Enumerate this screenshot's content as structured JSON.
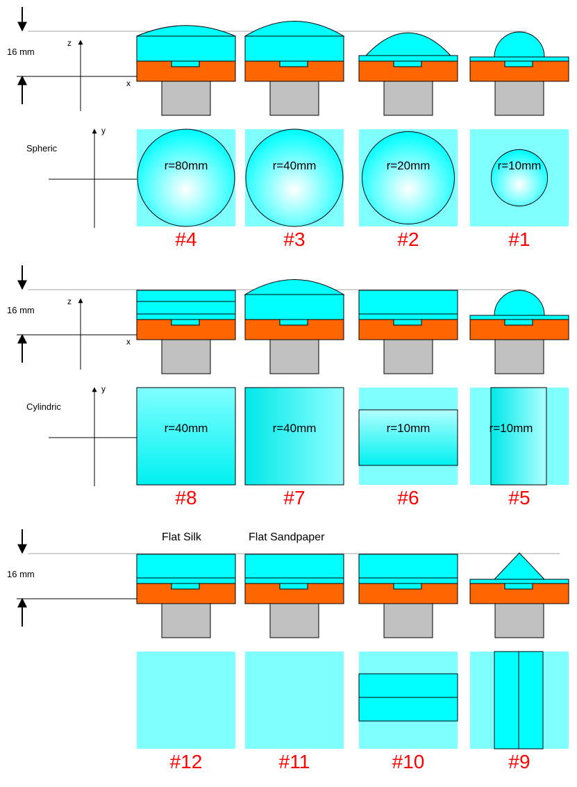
{
  "colors": {
    "cyan": "#00ffff",
    "light_cyan": "#80ffff",
    "orange": "#ff6600",
    "gray": "#c0c0c0",
    "red": "#ff0000",
    "gradient_center": "#ffffff",
    "gradient_edge": "#00ffff",
    "line": "#000000",
    "ref_line": "#a0a0a0"
  },
  "sections": [
    {
      "id": "spheric",
      "side_label": "Spheric",
      "thickness_label": "16 mm",
      "axes": {
        "z": "z",
        "x1": "x",
        "y": "y",
        "x2": "x"
      },
      "caption_labels": [],
      "panels": [
        {
          "number": "#4",
          "lens": "cap",
          "sagitta_fraction": 0.16,
          "top_shape": "sphere",
          "radius_label": "r=80mm",
          "sphere_fraction": 1.0
        },
        {
          "number": "#3",
          "lens": "cap",
          "sagitta_fraction": 0.3,
          "top_shape": "sphere",
          "radius_label": "r=40mm",
          "sphere_fraction": 1.0
        },
        {
          "number": "#2",
          "lens": "cap_thin_base",
          "sagitta_fraction": 0.55,
          "top_shape": "sphere",
          "radius_label": "r=20mm",
          "sphere_fraction": 0.95
        },
        {
          "number": "#1",
          "lens": "dome",
          "sagitta_fraction": 0.85,
          "top_shape": "sphere",
          "radius_label": "r=10mm",
          "sphere_fraction": 0.58
        }
      ]
    },
    {
      "id": "cylindric",
      "side_label": "Cylindric",
      "thickness_label": "16 mm",
      "axes": {
        "z": "z",
        "x1": "x",
        "y": "y",
        "x2": "x"
      },
      "caption_labels": [],
      "panels": [
        {
          "number": "#8",
          "lens": "flat_double",
          "top_shape": "cyl_vertical_full",
          "radius_label": "r=40mm"
        },
        {
          "number": "#7",
          "lens": "cap",
          "sagitta_fraction": 0.3,
          "top_shape": "cyl_horizontal_full",
          "radius_label": "r=40mm"
        },
        {
          "number": "#6",
          "lens": "flat_tall",
          "top_shape": "cyl_band_horizontal",
          "radius_label": "r=10mm",
          "label_dim": true
        },
        {
          "number": "#5",
          "lens": "dome",
          "sagitta_fraction": 0.85,
          "top_shape": "cyl_band_vertical",
          "radius_label": "r=10mm"
        }
      ]
    },
    {
      "id": "flat",
      "side_label": "",
      "thickness_label": "16 mm",
      "axes": null,
      "caption_labels": [
        "Flat  Silk",
        "Flat Sandpaper"
      ],
      "panels": [
        {
          "number": "#12",
          "lens": "flat",
          "top_shape": "plain"
        },
        {
          "number": "#11",
          "lens": "flat",
          "top_shape": "plain"
        },
        {
          "number": "#10",
          "lens": "flat",
          "top_shape": "prism_horizontal"
        },
        {
          "number": "#9",
          "lens": "prism",
          "top_shape": "prism_vertical"
        }
      ]
    }
  ]
}
